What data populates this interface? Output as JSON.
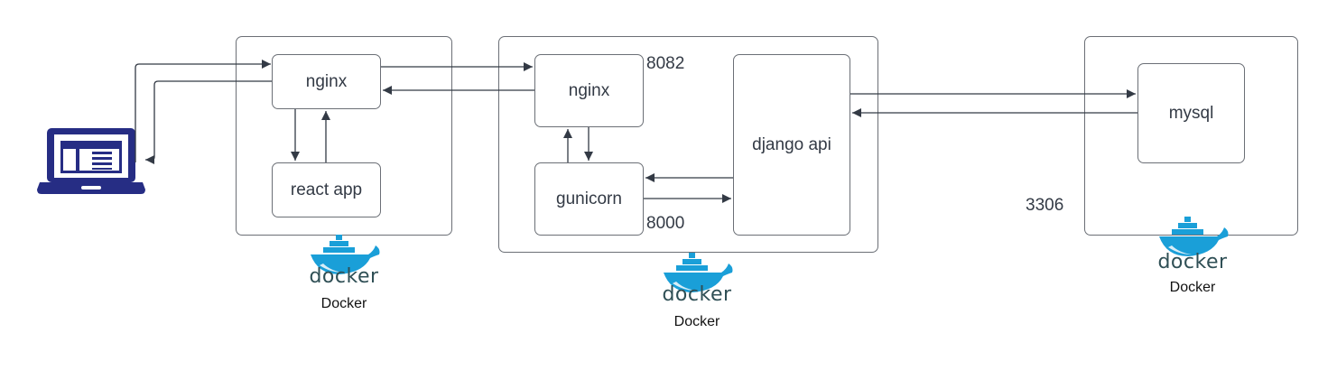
{
  "containers": [
    {
      "id": "frontend",
      "caption": "Docker",
      "logo_text": "docker"
    },
    {
      "id": "backend",
      "caption": "Docker",
      "logo_text": "docker"
    },
    {
      "id": "database",
      "caption": "Docker",
      "logo_text": "docker"
    }
  ],
  "nodes": {
    "nginx_front": "nginx",
    "react_app": "react app",
    "nginx_back": "nginx",
    "gunicorn": "gunicorn",
    "django_api": "django api",
    "mysql": "mysql"
  },
  "ports": {
    "nginx_back": "8082",
    "gunicorn": "8000",
    "mysql": "3306"
  },
  "colors": {
    "laptop": "#262d84",
    "docker_blue": "#2496ed",
    "line": "#333a45"
  }
}
